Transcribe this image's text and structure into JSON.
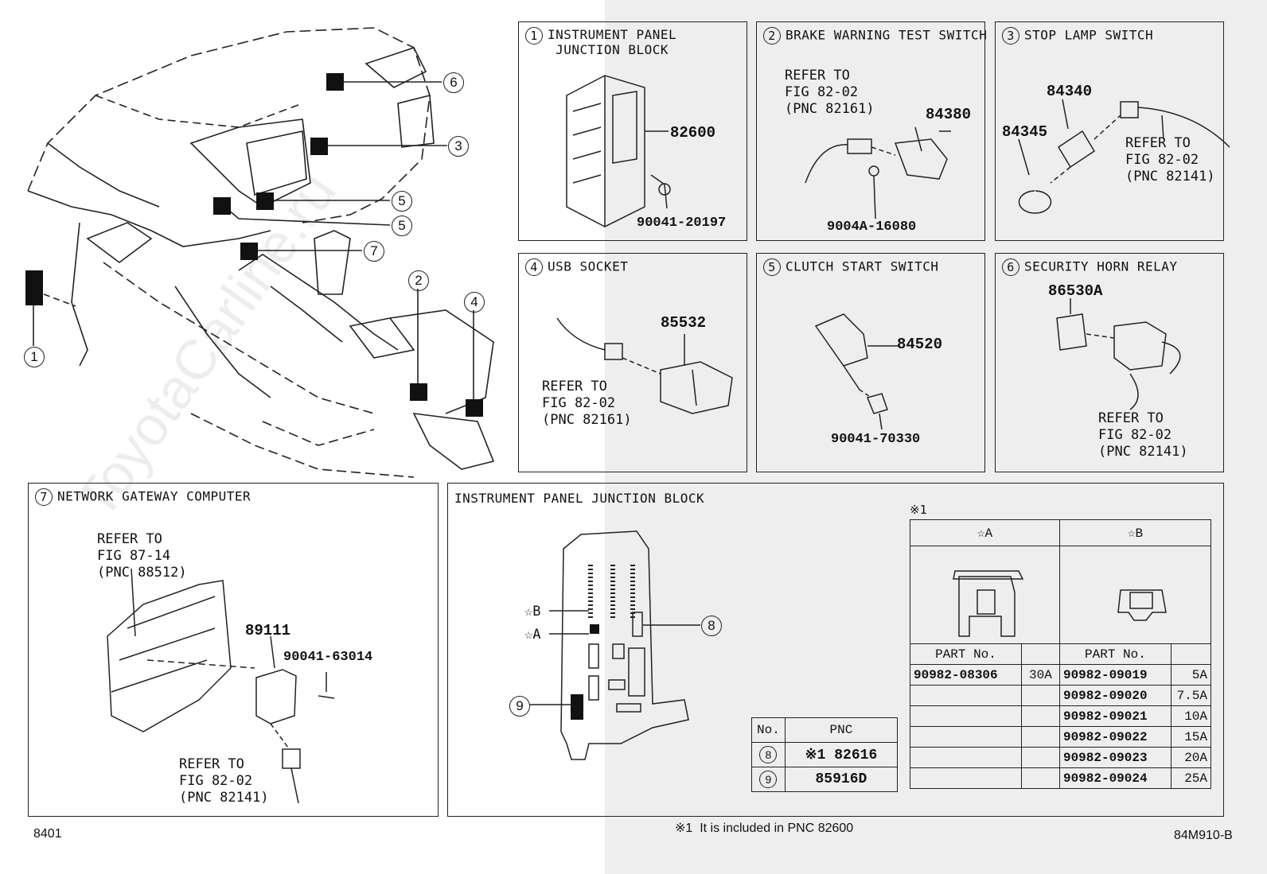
{
  "panels": {
    "p1": {
      "num": "1",
      "title": "INSTRUMENT PANEL\n JUNCTION BLOCK",
      "parts": [
        "82600",
        "90041-20197"
      ]
    },
    "p2": {
      "num": "2",
      "title": "BRAKE WARNING TEST SWITCH",
      "refer": "REFER TO\nFIG 82-02\n(PNC 82161)",
      "parts": [
        "84380",
        "9004A-16080"
      ]
    },
    "p3": {
      "num": "3",
      "title": "STOP LAMP SWITCH",
      "refer": "REFER TO\nFIG 82-02\n(PNC 82141)",
      "parts": [
        "84340",
        "84345"
      ]
    },
    "p4": {
      "num": "4",
      "title": "USB SOCKET",
      "refer": "REFER TO\nFIG 82-02\n(PNC 82161)",
      "parts": [
        "85532"
      ]
    },
    "p5": {
      "num": "5",
      "title": "CLUTCH START SWITCH",
      "parts": [
        "84520",
        "90041-70330"
      ]
    },
    "p6": {
      "num": "6",
      "title": "SECURITY HORN RELAY",
      "refer": "REFER TO\nFIG 82-02\n(PNC 82141)",
      "parts": [
        "86530A"
      ]
    },
    "p7": {
      "num": "7",
      "title": "NETWORK GATEWAY COMPUTER",
      "refer_top": "REFER TO\nFIG 87-14\n(PNC 88512)",
      "refer_bottom": "REFER TO\nFIG 82-02\n(PNC 82141)",
      "parts": [
        "89111",
        "90041-63014"
      ]
    },
    "jb": {
      "title": "INSTRUMENT PANEL JUNCTION BLOCK",
      "star_b": "☆B",
      "star_a": "☆A",
      "callout8": "8",
      "callout9": "9"
    }
  },
  "overview_callouts": [
    "6",
    "3",
    "5",
    "5",
    "7",
    "2",
    "4",
    "1"
  ],
  "pnc_table": {
    "header": [
      "No.",
      "PNC"
    ],
    "rows": [
      {
        "no": "8",
        "pnc": "※1 82616"
      },
      {
        "no": "9",
        "pnc": "85916D"
      }
    ]
  },
  "fuse_table": {
    "note_mark": "※1",
    "col_a": "☆A",
    "col_b": "☆B",
    "part_header": "PART No.",
    "a_rows": [
      {
        "part": "90982-08306",
        "amp": "30A"
      },
      {
        "part": "",
        "amp": ""
      },
      {
        "part": "",
        "amp": ""
      },
      {
        "part": "",
        "amp": ""
      },
      {
        "part": "",
        "amp": ""
      },
      {
        "part": "",
        "amp": ""
      }
    ],
    "b_rows": [
      {
        "part": "90982-09019",
        "amp": "5A"
      },
      {
        "part": "90982-09020",
        "amp": "7.5A"
      },
      {
        "part": "90982-09021",
        "amp": "10A"
      },
      {
        "part": "90982-09022",
        "amp": "15A"
      },
      {
        "part": "90982-09023",
        "amp": "20A"
      },
      {
        "part": "90982-09024",
        "amp": "25A"
      }
    ]
  },
  "footer": {
    "left": "8401",
    "note": "※1  It is included in PNC 82600",
    "right": "84M910-B"
  },
  "watermark": "ToyotaCarline.ru"
}
